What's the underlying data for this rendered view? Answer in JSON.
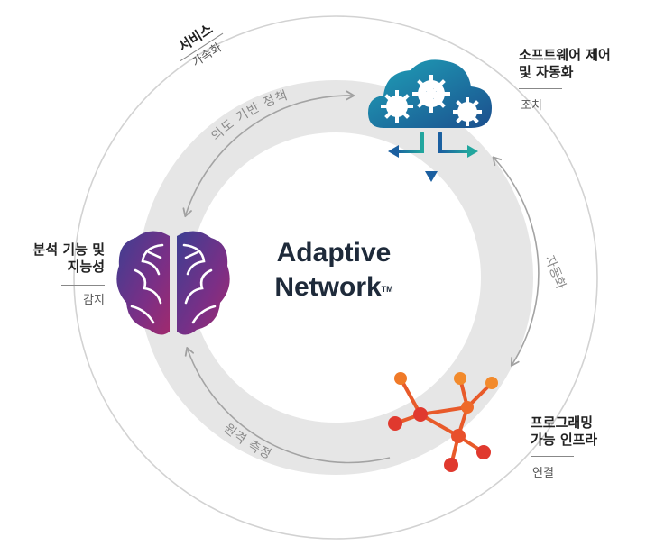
{
  "center": {
    "line1": "Adaptive",
    "line2": "Network",
    "trademark": "TM"
  },
  "nodes": {
    "services": {
      "title": "서비스",
      "subtitle": "가속화"
    },
    "software": {
      "title_line1": "소프트웨어 제어",
      "title_line2": "및 자동화",
      "subtitle": "조치"
    },
    "analytics": {
      "title_line1": "분석 기능 및",
      "title_line2": "지능성",
      "subtitle": "감지"
    },
    "programmable": {
      "title_line1": "프로그래밍",
      "title_line2": "가능 인프라",
      "subtitle": "연결"
    }
  },
  "arcs": {
    "intent_policy": "의도 기반 정책",
    "automation": "자동화",
    "telemetry": "원격 측정"
  },
  "icons": {
    "cloud": "cloud-gears-icon",
    "brain": "brain-icon",
    "network": "network-nodes-icon"
  },
  "colors": {
    "ring": "#e6e6e6",
    "outer_ring": "#cfcfcf",
    "arrow": "#a0a0a0",
    "cloud_start": "#1f9fb8",
    "cloud_end": "#1a4e8c",
    "brain_start": "#3a3d8f",
    "brain_end": "#9b2a7a",
    "network_orange": "#f07a28",
    "network_red": "#e0392e"
  }
}
